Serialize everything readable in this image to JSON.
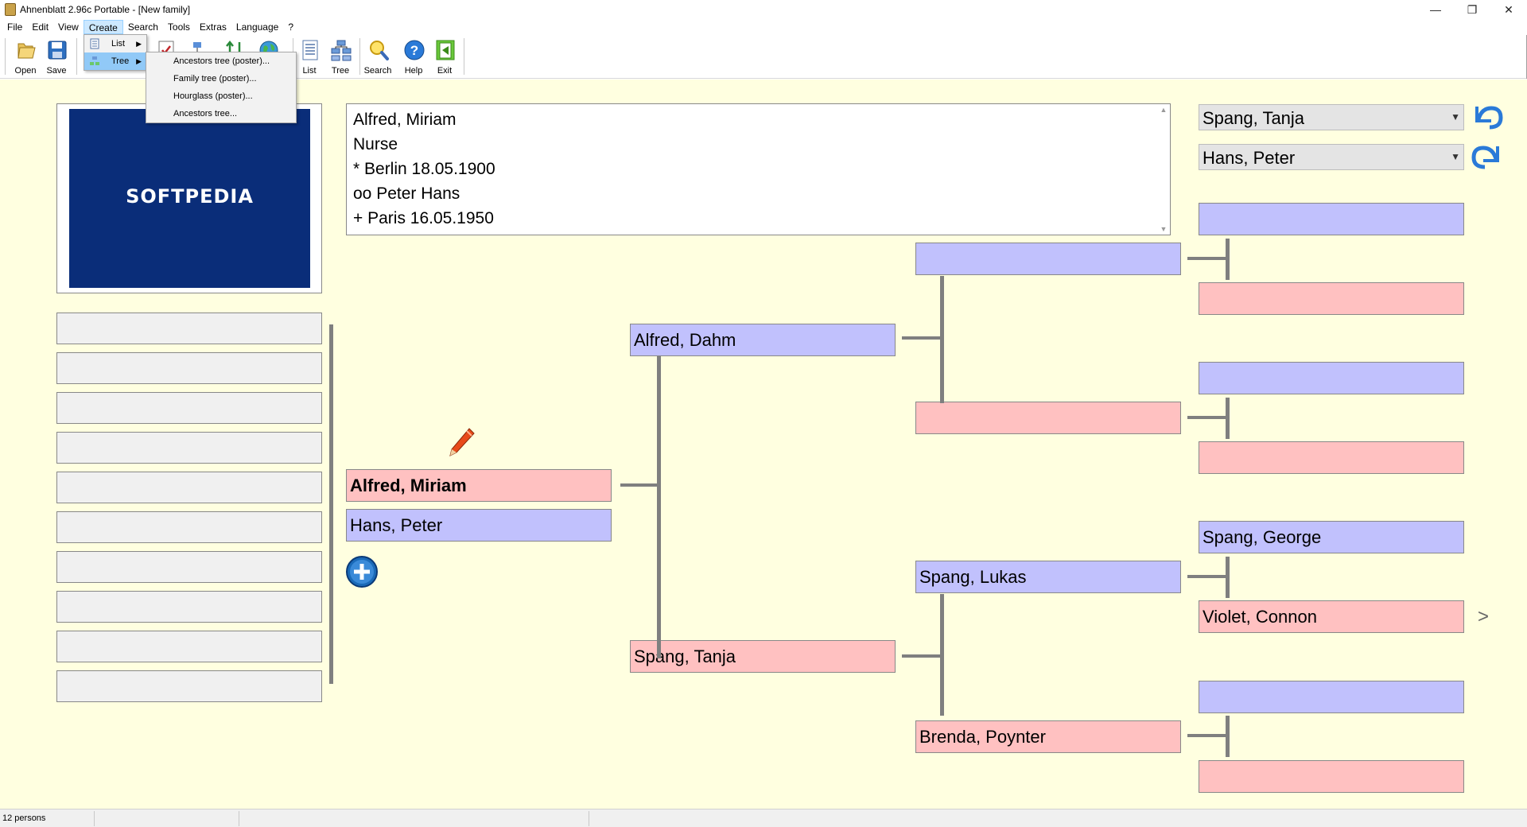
{
  "window": {
    "title": "Ahnenblatt 2.96c Portable - [New family]",
    "minimize": "—",
    "maximize": "❐",
    "close": "✕"
  },
  "menubar": [
    "File",
    "Edit",
    "View",
    "Create",
    "Search",
    "Tools",
    "Extras",
    "Language",
    "?"
  ],
  "toolbar": {
    "open": "Open",
    "save": "Save",
    "list": "List",
    "tree": "Tree",
    "search": "Search",
    "help": "Help",
    "exit": "Exit"
  },
  "create_menu": {
    "items": [
      {
        "label": "List",
        "icon": "list-icon"
      },
      {
        "label": "Tree",
        "icon": "tree-icon"
      }
    ]
  },
  "tree_submenu": {
    "items": [
      "Ancestors tree (poster)...",
      "Family tree (poster)...",
      "Hourglass (poster)...",
      "Ancestors tree..."
    ]
  },
  "photo": {
    "logo_text": "SOFTPEDIA"
  },
  "info": {
    "lines": [
      "Alfred, Miriam",
      "Nurse",
      "* Berlin 18.05.1900",
      "oo Peter Hans",
      "+ Paris 16.05.1950"
    ]
  },
  "history": {
    "combo1": "Spang, Tanja",
    "combo2": "Hans, Peter"
  },
  "tree": {
    "proband": "Alfred, Miriam",
    "spouse": "Hans, Peter",
    "father": "Alfred, Dahm",
    "mother": "Spang, Tanja",
    "father_father": "",
    "father_mother": "",
    "mother_father": "Spang, Lukas",
    "mother_mother": "Brenda, Poynter",
    "ggen": [
      "",
      "",
      "",
      "",
      "Spang, George",
      "Violet, Connon",
      "",
      ""
    ],
    "more": ">"
  },
  "status": {
    "persons": "12 persons"
  },
  "colors": {
    "male": "#c1c1fd",
    "female": "#ffc1c1",
    "background": "#ffffe0"
  }
}
